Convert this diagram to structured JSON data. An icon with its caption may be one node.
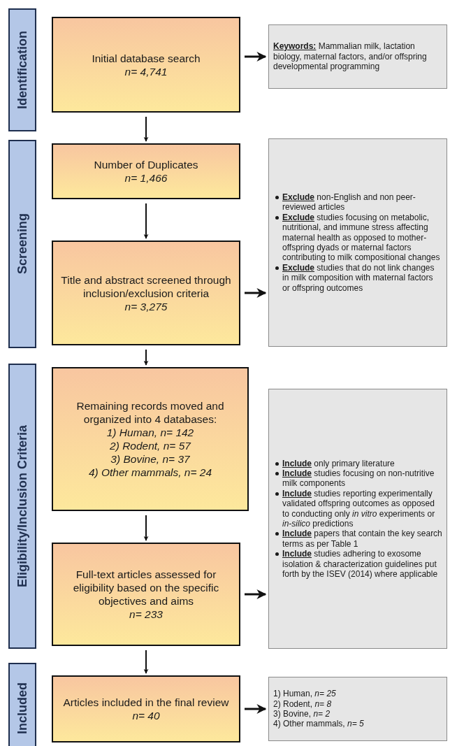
{
  "diagram": {
    "nodes": [
      {
        "text": [
          "Identification"
        ]
      },
      {
        "text": [
          "Initial database search",
          "n= 4,741"
        ]
      },
      {
        "text": [
          "**Keywords:** Mammalian milk, lactation biology, maternal factors, and/or offspring developmental programming"
        ]
      },
      {
        "text": [
          "Screening"
        ]
      },
      {
        "text": [
          "Number of Duplicates",
          "n= 1,466"
        ]
      },
      {
        "text": [
          "Title and abstract screened through inclusion/exclusion criteria",
          "n= 3,275"
        ]
      },
      {
        "text": [
          "**Exclude** non-English and non peer-reviewed articles",
          "**Exclude** studies focusing on metabolic, nutritional, and immune stress affecting maternal health as opposed to mother-offspring dyads or maternal factors contributing to milk compositional changes",
          "**Exclude** studies that do not link changes in milk composition with maternal factors or offspring outcomes"
        ]
      },
      {
        "text": [
          "Eligibility/Inclusion Criteria"
        ]
      },
      {
        "text": [
          "Remaining records moved and organized into 4 databases:",
          "1) Human, n= 142",
          "2) Rodent, n= 57",
          "3) Bovine, n= 37",
          "4) Other mammals, n= 24"
        ]
      },
      {
        "text": [
          "Full-text articles assessed for eligibility based on the specific objectives and aims",
          "n= 233"
        ]
      },
      {
        "text": [
          "**Include** only primary literature",
          "**Include** studies focusing on non-nutritive milk components",
          "**Include** studies reporting experimentally validated offspring outcomes as opposed to conducting only *in vitro* experiments or *in-silico* predictions",
          "**Include** papers that contain the key search terms as per Table 1",
          "**Include** studies adhering to exosome isolation & characterization guidelines put forth by the ISEV (2014) where applicable"
        ]
      },
      {
        "text": [
          "Included"
        ]
      },
      {
        "text": [
          "Articles included in the final review",
          "n= 40"
        ]
      },
      {
        "text": [
          "1) Human, *n= 25*",
          "2) Rodent, *n= 8*",
          "3) Bovine, *n= 2*",
          "4) Other mammals, *n= 5*"
        ]
      }
    ],
    "edges": [
      {
        "from": 1,
        "to": 2,
        "arrow": "to"
      },
      {
        "from": 1,
        "to": 4,
        "arrow": "to"
      },
      {
        "from": 4,
        "to": 5,
        "arrow": "to"
      },
      {
        "from": 5,
        "to": 6,
        "arrow": "to"
      },
      {
        "from": 5,
        "to": 8,
        "arrow": "to"
      },
      {
        "from": 8,
        "to": 9,
        "arrow": "to"
      },
      {
        "from": 9,
        "to": 10,
        "arrow": "to"
      },
      {
        "from": 9,
        "to": 12,
        "arrow": "to"
      },
      {
        "from": 12,
        "to": 13,
        "arrow": "to"
      }
    ]
  }
}
